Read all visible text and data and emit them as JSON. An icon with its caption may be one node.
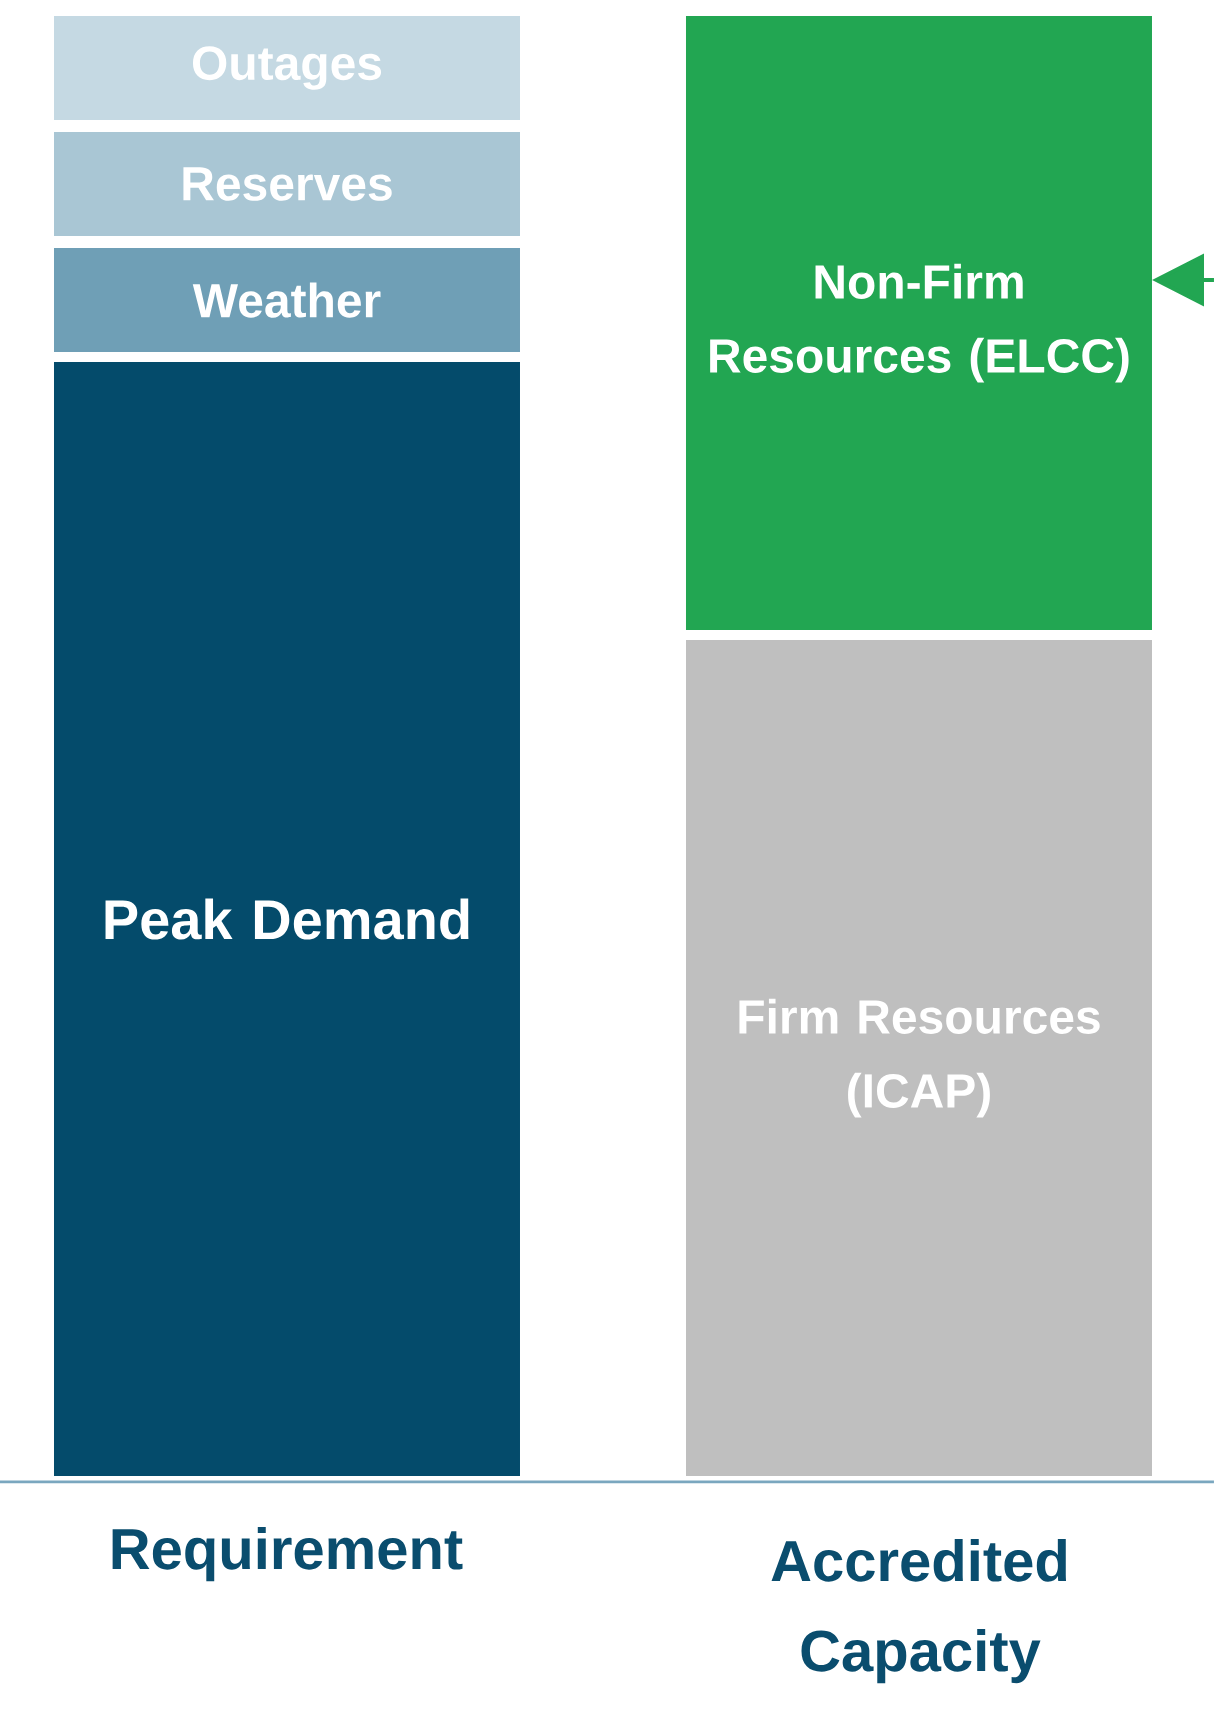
{
  "diagram": {
    "nodes": [
      {
        "text": [
          "Outages"
        ]
      },
      {
        "text": [
          "Reserves"
        ]
      },
      {
        "text": [
          "Weather"
        ]
      },
      {
        "text": [
          "Peak Demand"
        ]
      },
      {
        "text": [
          "Non-Firm Resources (ELCC)"
        ]
      },
      {
        "text": [
          "Firm Resources (ICAP)"
        ]
      }
    ],
    "edges": [
      {
        "from": null,
        "to": 4,
        "arrow": "to",
        "color": "#22a652"
      }
    ],
    "labels": [
      "Requirement",
      "Accredited Capacity"
    ]
  }
}
